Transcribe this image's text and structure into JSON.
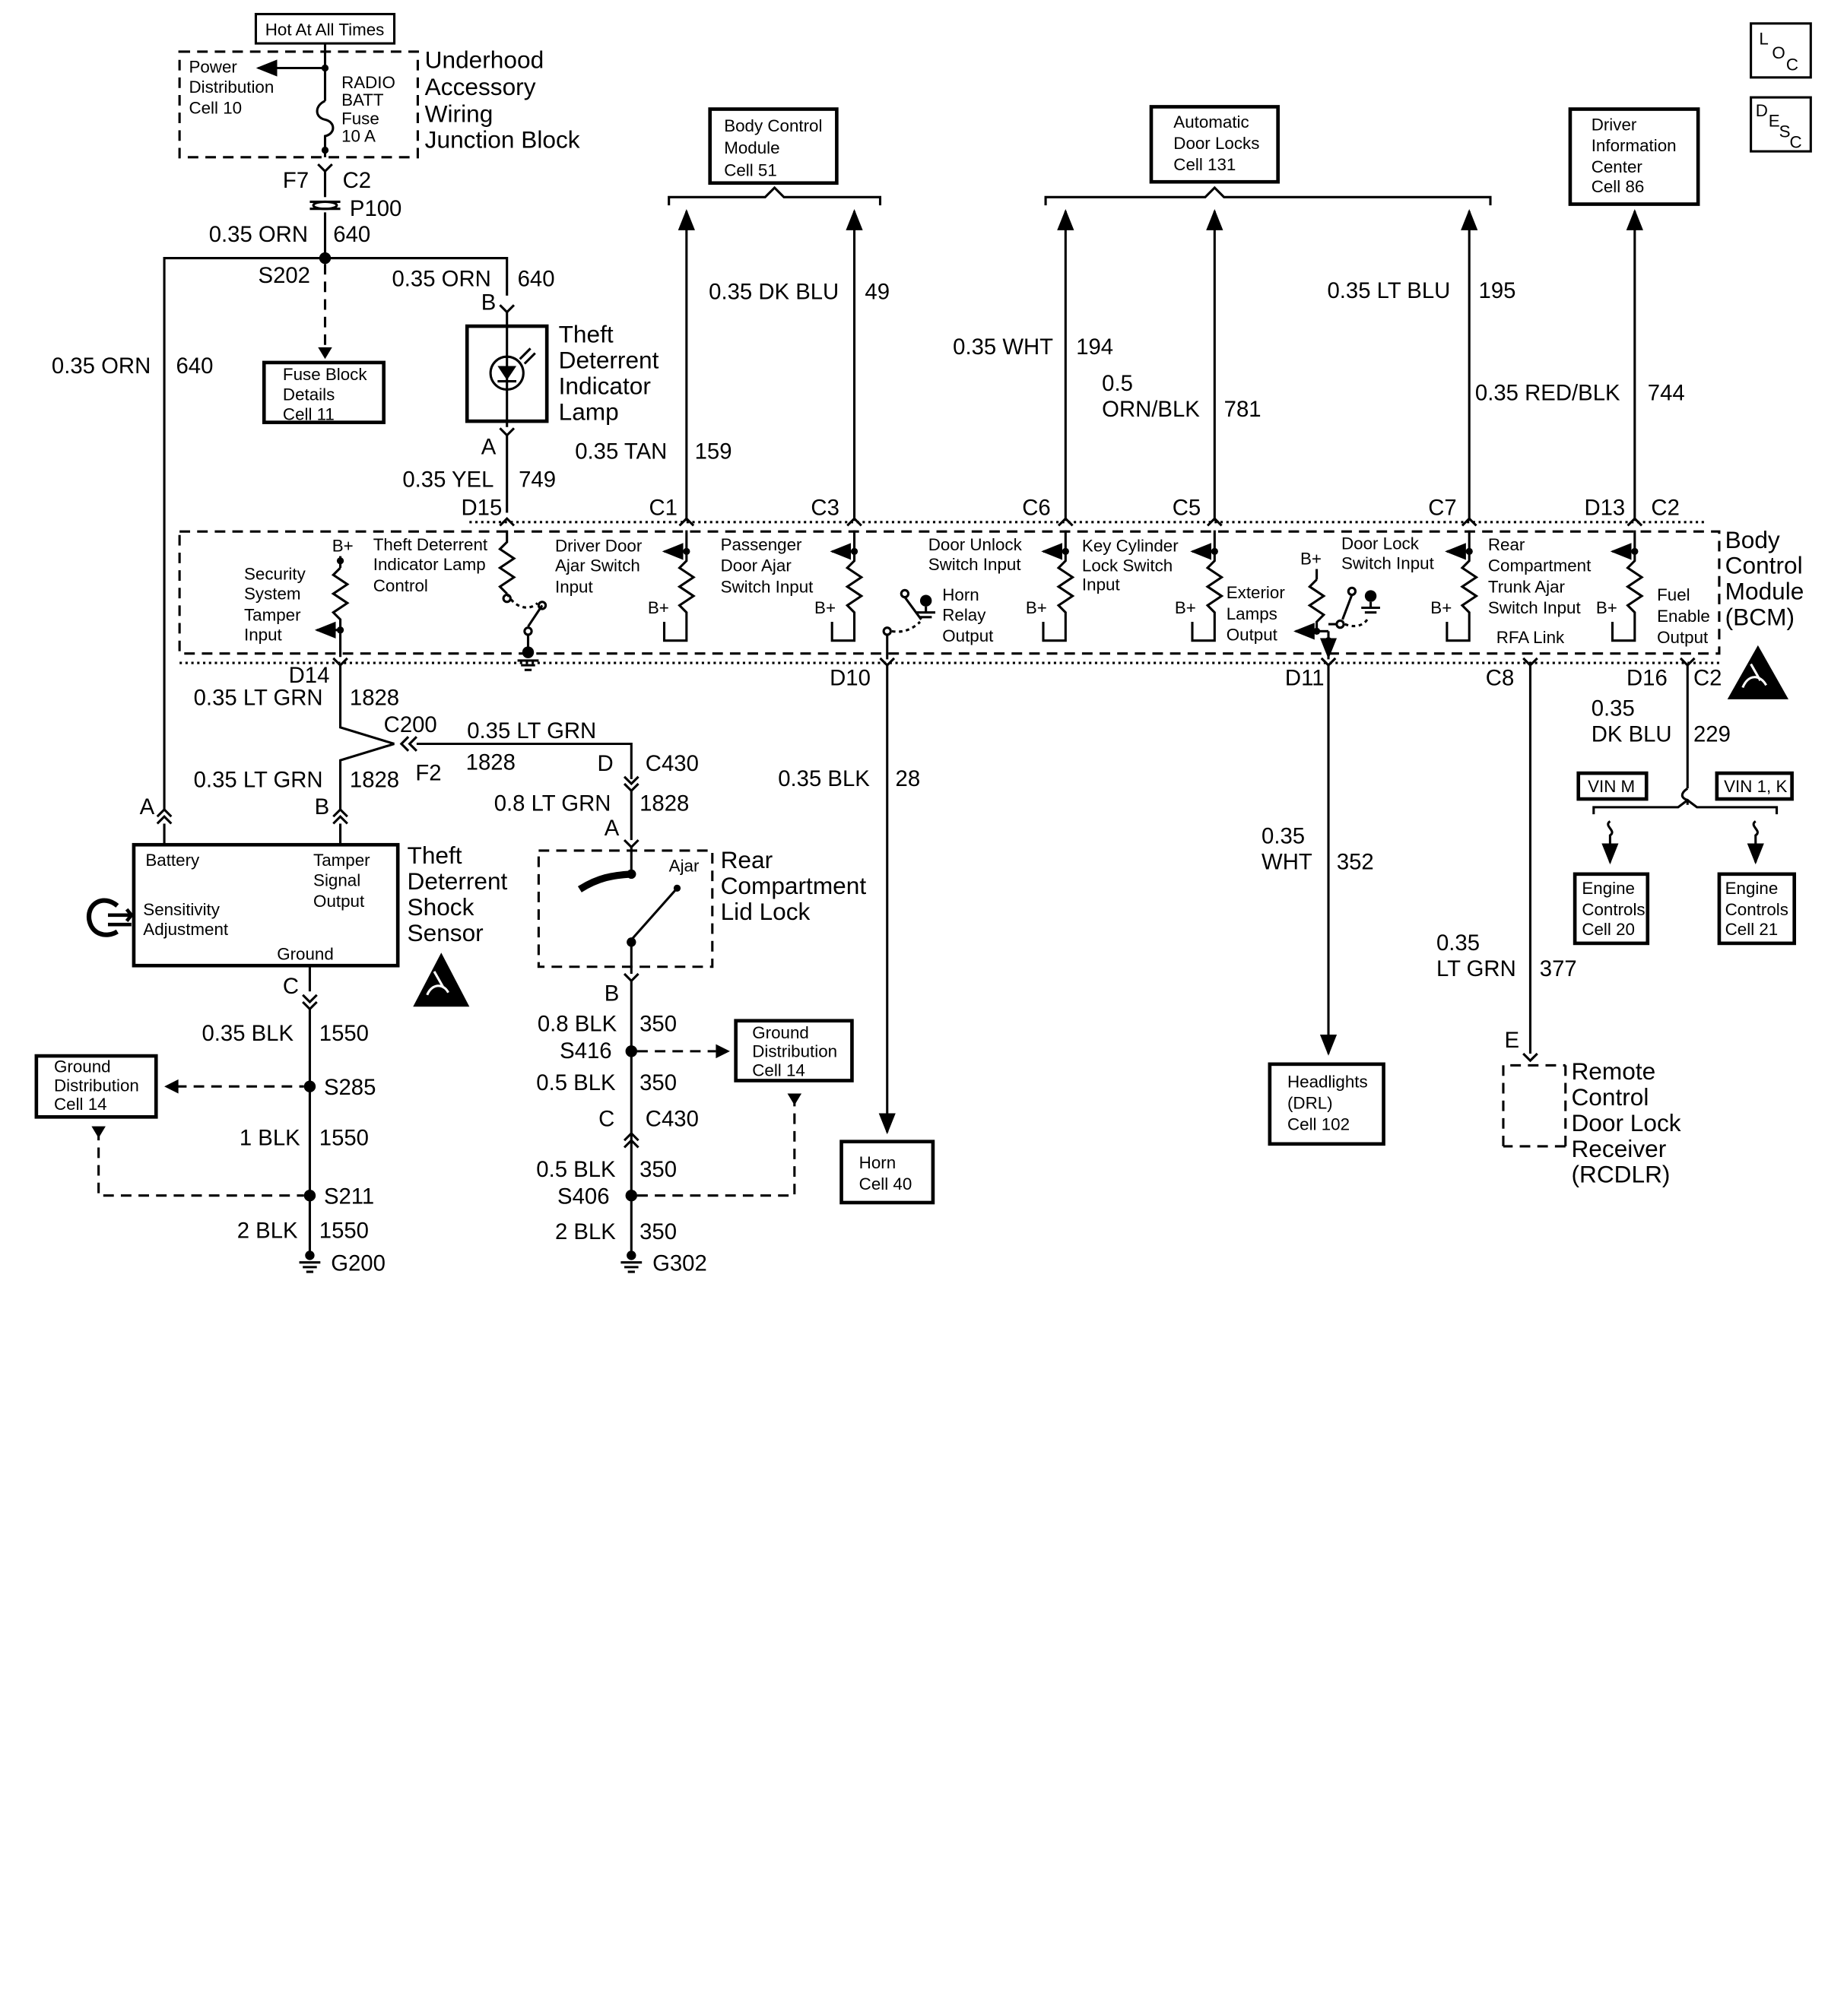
{
  "junction_block": {
    "hot_label": "Hot At All Times",
    "title": [
      "Underhood",
      "Accessory",
      "Wiring",
      "Junction Block"
    ],
    "power_dist": [
      "Power",
      "Distribution",
      "Cell 10"
    ],
    "fuse": [
      "RADIO",
      "BATT",
      "Fuse",
      "10 A"
    ],
    "conn_left": "F7",
    "conn_right": "C2",
    "connector": "P100",
    "wire_size": "0.35 ORN",
    "wire_circuit": "640"
  },
  "splices": {
    "s202": "S202",
    "s285": "S285",
    "s211": "S211",
    "s416": "S416",
    "s406": "S406"
  },
  "fuse_block_ref": [
    "Fuse Block",
    "Details",
    "Cell 11"
  ],
  "wires": {
    "orn_left": [
      "0.35 ORN",
      "640"
    ],
    "orn_lamp": [
      "0.35 ORN",
      "640"
    ],
    "dk_blu": [
      "0.35 DK BLU",
      "49"
    ],
    "tan": [
      "0.35 TAN",
      "159"
    ],
    "yel": [
      "0.35 YEL",
      "749"
    ],
    "wht194": [
      "0.35 WHT",
      "194"
    ],
    "orn_blk": [
      "0.5",
      "ORN/BLK",
      "781"
    ],
    "lt_blu": [
      "0.35 LT BLU",
      "195"
    ],
    "red_blk": [
      "0.35 RED/BLK",
      "744"
    ],
    "lt_grn_top": [
      "0.35 LT GRN",
      "1828"
    ],
    "lt_grn_c430": [
      "0.35 LT GRN",
      "1828"
    ],
    "lt_grn_sensor": [
      "0.35 LT GRN",
      "1828"
    ],
    "lt_grn_lid": [
      "0.8 LT GRN",
      "1828"
    ],
    "blk28": [
      "0.35 BLK",
      "28"
    ],
    "wht352": [
      "0.35",
      "WHT",
      "352"
    ],
    "lt_grn377": [
      "0.35",
      "LT GRN",
      "377"
    ],
    "dk_blu229": [
      "0.35",
      "DK BLU",
      "229"
    ],
    "blk1550_a": [
      "0.35 BLK",
      "1550"
    ],
    "blk1550_b": [
      "1 BLK",
      "1550"
    ],
    "blk1550_c": [
      "2 BLK",
      "1550"
    ],
    "blk350_a": [
      "0.8 BLK",
      "350"
    ],
    "blk350_b": [
      "0.5 BLK",
      "350"
    ],
    "blk350_c": [
      "0.5 BLK",
      "350"
    ],
    "blk350_d": [
      "2 BLK",
      "350"
    ]
  },
  "modules": {
    "bcm_module_ref": [
      "Body Control",
      "Module",
      "Cell 51"
    ],
    "auto_door_locks": [
      "Automatic",
      "Door Locks",
      "Cell 131"
    ],
    "dic": [
      "Driver",
      "Information",
      "Center",
      "Cell 86"
    ],
    "theft_lamp": [
      "Theft",
      "Deterrent",
      "Indicator",
      "Lamp"
    ],
    "bcm": [
      "Body",
      "Control",
      "Module",
      "(BCM)"
    ],
    "shock_sensor": [
      "Theft",
      "Deterrent",
      "Shock",
      "Sensor"
    ],
    "rear_lid": [
      "Rear",
      "Compartment",
      "Lid Lock"
    ],
    "rcdlr": [
      "Remote",
      "Control",
      "Door Lock",
      "Receiver",
      "(RCDLR)"
    ],
    "horn": [
      "Horn",
      "Cell 40"
    ],
    "headlights": [
      "Headlights",
      "(DRL)",
      "Cell 102"
    ],
    "engine20": [
      "Engine",
      "Controls",
      "Cell 20"
    ],
    "engine21": [
      "Engine",
      "Controls",
      "Cell 21"
    ],
    "ground_dist_left": [
      "Ground",
      "Distribution",
      "Cell 14"
    ],
    "ground_dist_mid": [
      "Ground",
      "Distribution",
      "Cell 14"
    ],
    "vin_m": "VIN M",
    "vin_1k": "VIN 1, K"
  },
  "bcm_inputs": {
    "security": [
      "Security",
      "System",
      "Tamper",
      "Input"
    ],
    "theft_lamp_ctrl": [
      "Theft Deterrent",
      "Indicator Lamp",
      "Control"
    ],
    "driver_door": [
      "Driver  Door",
      "Ajar Switch",
      "Input"
    ],
    "pass_door": [
      "Passenger",
      "Door Ajar",
      "Switch Input"
    ],
    "door_unlock": [
      "Door Unlock",
      "Switch Input"
    ],
    "horn_relay": [
      "Horn",
      "Relay",
      "Output"
    ],
    "key_cyl": [
      "Key Cylinder",
      "Lock Switch",
      "Input"
    ],
    "ext_lamps": [
      "Exterior",
      "Lamps",
      "Output"
    ],
    "door_lock": [
      "Door Lock",
      "Switch Input"
    ],
    "rear_trunk": [
      "Rear",
      "Compartment",
      "Trunk Ajar",
      "Switch Input"
    ],
    "rfa_link": "RFA Link",
    "fuel_enable": [
      "Fuel",
      "Enable",
      "Output"
    ],
    "bplus": "B+"
  },
  "bcm_pins": {
    "d15": "D15",
    "c1": "C1",
    "c3": "C3",
    "c6": "C6",
    "c5": "C5",
    "c7": "C7",
    "d13": "D13",
    "c2top": "C2",
    "d14": "D14",
    "d10": "D10",
    "d11": "D11",
    "c8": "C8",
    "d16": "D16",
    "c2bot": "C2"
  },
  "connectors": {
    "lamp_b": "B",
    "lamp_a": "A",
    "c200": "C200",
    "f2": "F2",
    "sensor_a": "A",
    "sensor_b": "B",
    "sensor_c": "C",
    "c430_d": "D",
    "c430": "C430",
    "lid_a": "A",
    "lid_b": "B",
    "c430_c": "C",
    "c430_2": "C430",
    "rcdlr_e": "E"
  },
  "sensor_labels": {
    "battery": "Battery",
    "tamper": [
      "Tamper",
      "Signal",
      "Output"
    ],
    "sensitivity": [
      "Sensitivity",
      "Adjustment"
    ],
    "ground": "Ground"
  },
  "lid_ajar": "Ajar",
  "grounds": {
    "g200": "G200",
    "g302": "G302"
  },
  "corner_icons": {
    "loc": [
      "L",
      "O",
      "C"
    ],
    "desc": [
      "D",
      "E",
      "S",
      "C"
    ]
  }
}
